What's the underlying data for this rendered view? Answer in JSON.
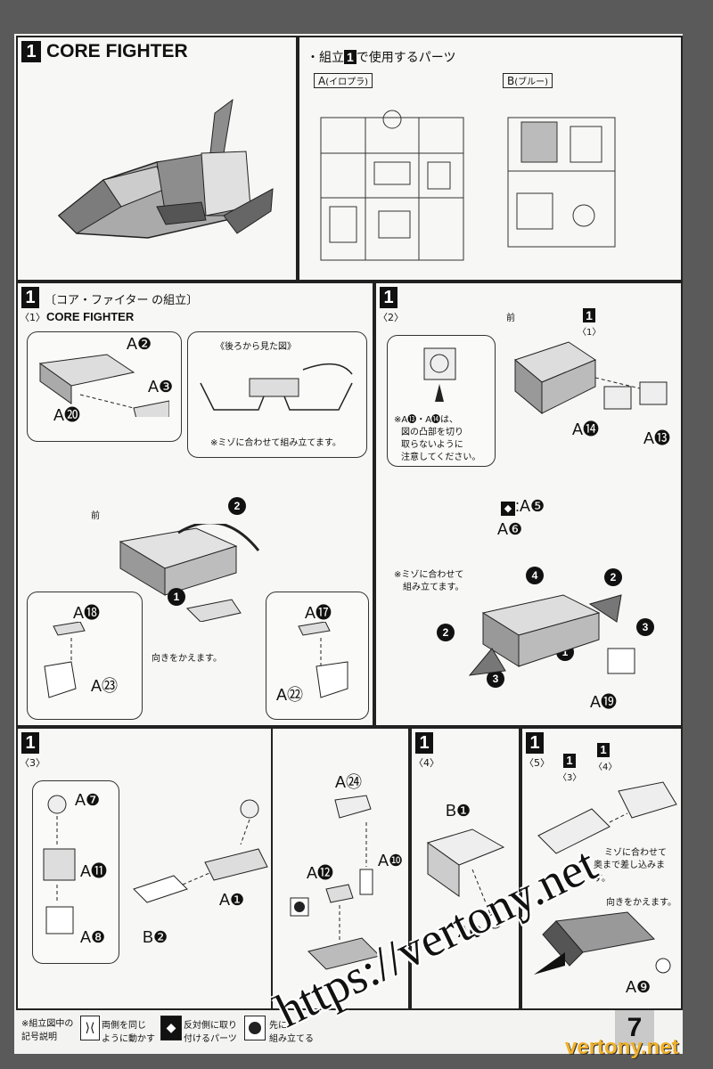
{
  "section1": {
    "step": "1",
    "title": "CORE FIGHTER"
  },
  "parts_header": {
    "prefix": "・組立",
    "step": "1",
    "suffix": "で使用するパーツ"
  },
  "runner_a": {
    "letter": "A",
    "note": "(イロプラ)"
  },
  "runner_b": {
    "letter": "B",
    "note": "(ブルー)"
  },
  "sub1": {
    "step": "1",
    "no": "〈1〉",
    "title_jp": "〔コア・ファイター の組立〕",
    "title_en": "CORE FIGHTER",
    "labels": {
      "a2": "A",
      "a2n": "❷",
      "a3": "A",
      "a3n": "❸",
      "a20": "A",
      "a20n": "⓴",
      "back_view": "《後ろから見た図》",
      "groove_note": "※ミゾに合わせて組み立てます。",
      "front": "前",
      "a18": "A",
      "a18n": "⓲",
      "a17": "A",
      "a17n": "⓱",
      "a23": "A",
      "a23n": "㉓",
      "a22": "A",
      "a22n": "㉒",
      "turn": "向きをかえます。",
      "n1": "1",
      "n2": "2"
    }
  },
  "sub2": {
    "step": "1",
    "no": "〈2〉",
    "ref_step": "1",
    "ref_no": "〈1〉",
    "front": "前",
    "caution": [
      "※A⓭・A⓮は、",
      "図の凸部を切り",
      "取らないように",
      "注意してください。"
    ],
    "a14": "A⓮",
    "a13": "A⓭",
    "a5": ":A❺",
    "a6": "A❻",
    "groove": [
      "※ミゾに合わせて",
      "組み立てます。"
    ],
    "a19": "A⓳",
    "n1": "1",
    "n2": "2",
    "n3": "3",
    "n4": "4"
  },
  "sub3": {
    "step": "1",
    "no": "〈3〉",
    "a7": "A❼",
    "a11": "A⓫",
    "a8": "A❽",
    "a1": "A❶",
    "b2": "B❷",
    "a24": "A㉔",
    "a12": "A⓬",
    "a10": "A❿"
  },
  "sub4": {
    "step": "1",
    "no": "〈4〉",
    "b1": "B❶",
    "a4": "A❹"
  },
  "sub5": {
    "step": "1",
    "no": "〈5〉",
    "ref3": "〈3〉",
    "ref4": "〈4〉",
    "insert": [
      "ミゾに合わせて",
      "奥まで差し込みます。"
    ],
    "turn": "向きをかえます。",
    "a9": "A❾"
  },
  "legend": {
    "title": [
      "※組立図中の",
      "記号説明"
    ],
    "items": [
      [
        "両側を同じ",
        "ように動かす"
      ],
      [
        "反対側に取り",
        "付けるパーツ"
      ],
      [
        "先に",
        "組み立てる"
      ]
    ]
  },
  "page_number": "7",
  "watermark": "https://vertony.net",
  "site_footer": "vertony.net"
}
